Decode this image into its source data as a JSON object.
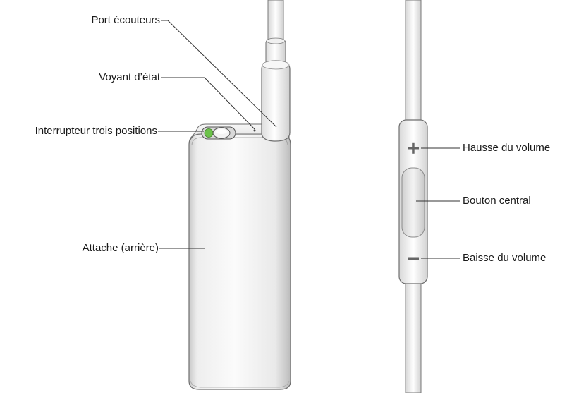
{
  "diagram": {
    "device_callouts": {
      "headphone_port": "Port écouteurs",
      "status_light": "Voyant d’état",
      "three_way_switch": "Interrupteur trois positions",
      "clip": "Attache (arrière)"
    },
    "remote_callouts": {
      "volume_up": "Hausse du volume",
      "center_button": "Bouton central",
      "volume_down": "Baisse du volume"
    },
    "remote_symbols": {
      "plus": "+",
      "minus": "–"
    },
    "colors": {
      "line": "#333333",
      "body_light": "#fafafa",
      "body_mid": "#e6e6e6",
      "body_dark": "#bdbdbd",
      "outline": "#6e6e6e",
      "switch_green": "#6cc24a"
    }
  }
}
